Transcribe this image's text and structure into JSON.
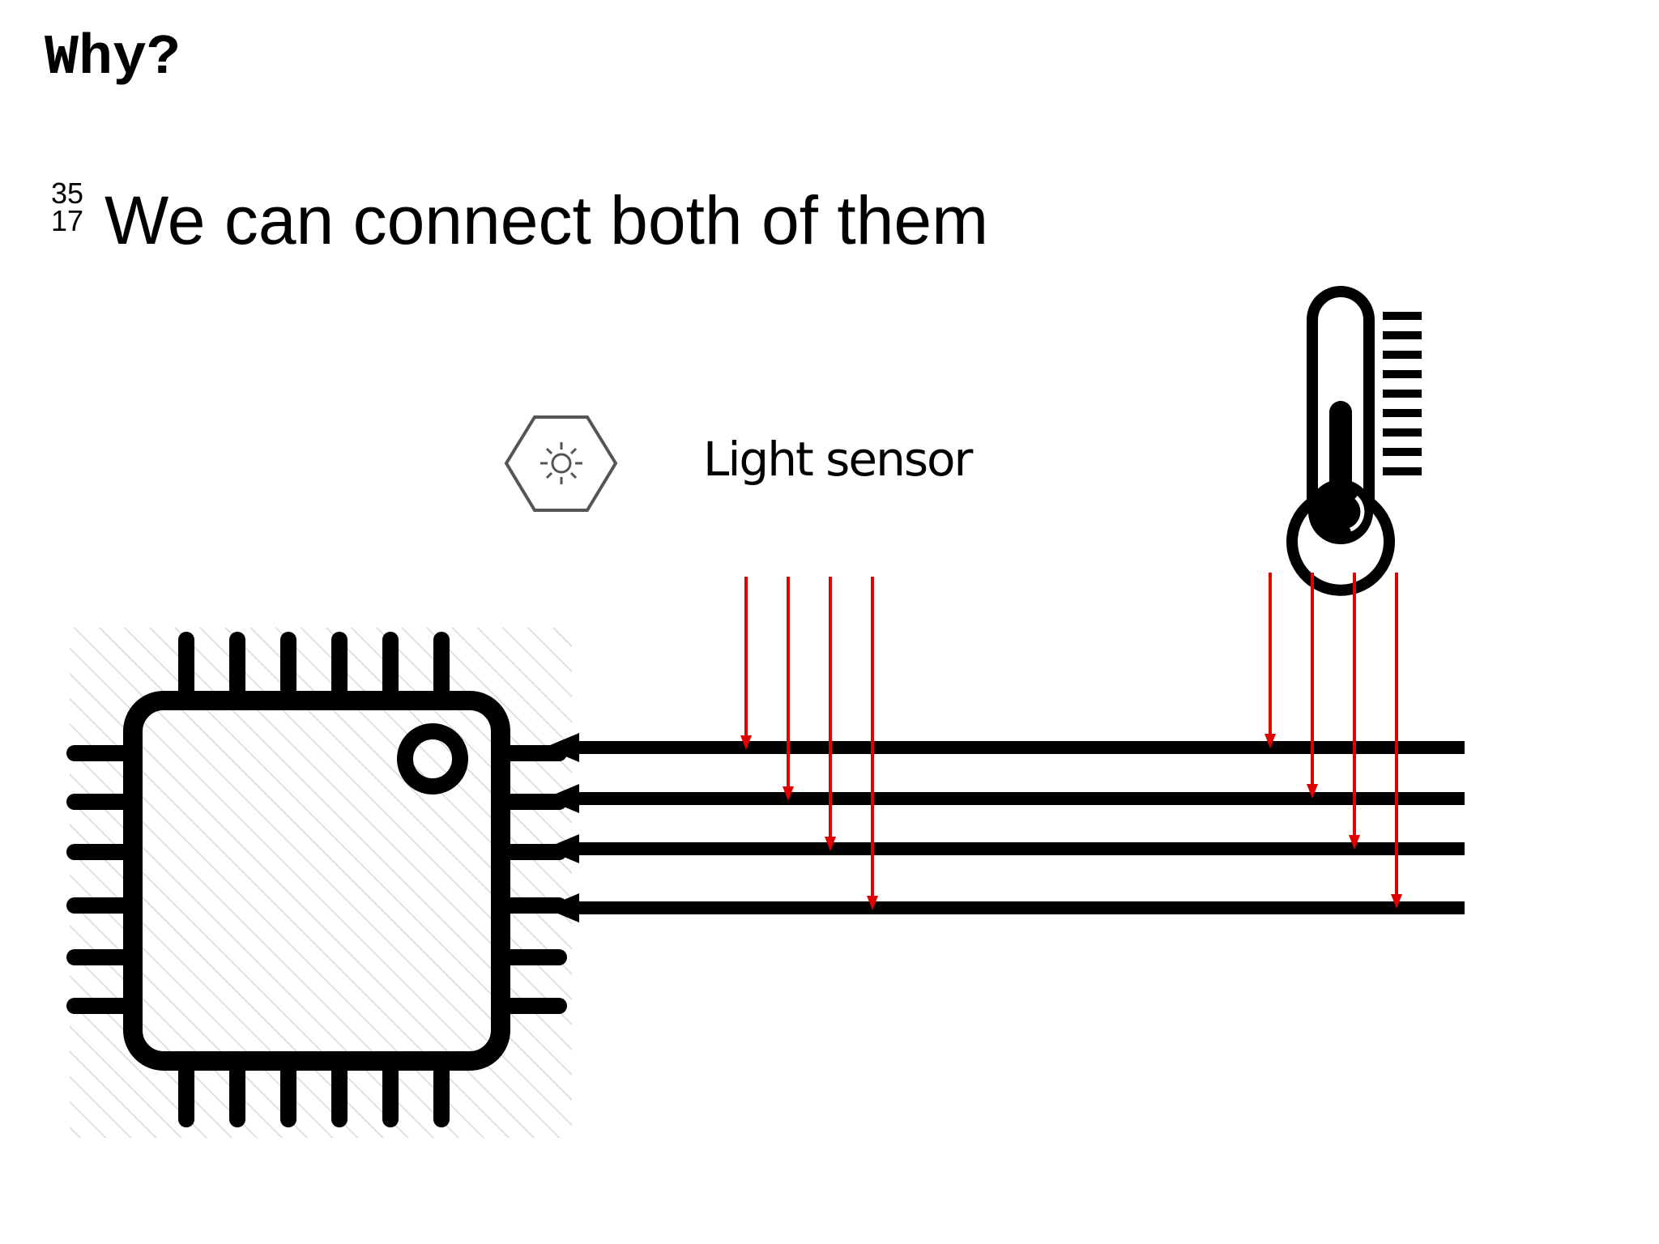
{
  "slide": {
    "title": "Why?",
    "bullet": {
      "number_top": "35",
      "number_bottom": "17",
      "text": "We can connect both of them"
    }
  },
  "diagram": {
    "light_sensor_label": "Light sensor",
    "icons": [
      "microcontroller-chip-icon",
      "light-sensor-icon",
      "thermometer-icon"
    ],
    "bus_line_count": 4,
    "colors": {
      "lines": "#000000",
      "signal_arrows": "#e00000",
      "chip_hatch": "#d8d8d8"
    }
  }
}
